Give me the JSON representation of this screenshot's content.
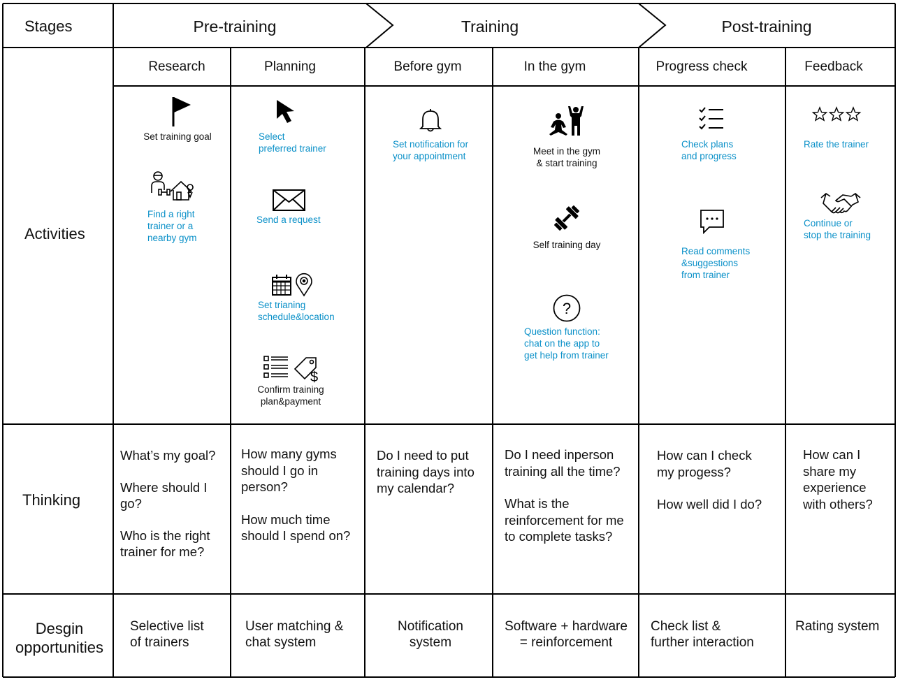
{
  "rows": {
    "stages": "Stages",
    "activities": "Activities",
    "thinking": "Thinking",
    "design": "Desgin\nopportunities"
  },
  "stages": [
    "Pre-training",
    "Training",
    "Post-training"
  ],
  "columns": [
    "Research",
    "Planning",
    "Before gym",
    "In the gym",
    "Progress check",
    "Feedback"
  ],
  "activities": {
    "research": {
      "goal": "Set training goal",
      "find": "Find a right\ntrainer or a\nnearby gym"
    },
    "planning": {
      "select": "Select\npreferred trainer",
      "request": "Send a request",
      "schedule": "Set trianing\nschedule&location",
      "confirm": "Confirm training\nplan&payment"
    },
    "before_gym": {
      "notify": "Set notification for\nyour appointment"
    },
    "in_gym": {
      "meet": "Meet in the gym\n& start training",
      "self": "Self training day",
      "question": "Question function:\nchat on the app to\nget help from trainer"
    },
    "progress": {
      "check": "Check plans\nand progress",
      "comments": "Read comments\n&suggestions\nfrom trainer"
    },
    "feedback": {
      "rate": "Rate the trainer",
      "continue": "Continue or\nstop the training"
    }
  },
  "thinking": {
    "research": [
      "What’s my goal?",
      "Where should I\ngo?",
      "Who is the right\ntrainer for me?"
    ],
    "planning": [
      "How many gyms\nshould I go in\nperson?",
      "How much time\nshould I spend on?"
    ],
    "before_gym": [
      "Do I need to put\ntraining days into\nmy calendar?"
    ],
    "in_gym": [
      "Do I need inperson\ntraining all the time?",
      "What is the\nreinforcement for me\nto complete tasks?"
    ],
    "progress": [
      "How can I check\nmy progess?",
      "How well did I do?"
    ],
    "feedback": [
      "How can I\nshare my\nexperience\nwith others?"
    ]
  },
  "opportunities": [
    "Selective list\nof trainers",
    "User matching &\nchat system",
    "Notification\nsystem",
    "Software + hardware\n= reinforcement",
    "Check list &\nfurther interaction",
    "Rating system"
  ],
  "colors": {
    "highlight": "#0a90c8",
    "text": "#111111",
    "line": "#000000"
  },
  "icons": [
    "flag-icon",
    "trainer-home-icon",
    "cursor-icon",
    "envelope-icon",
    "calendar-icon",
    "location-pin-icon",
    "checklist-icon",
    "price-tag-icon",
    "bell-icon",
    "trainer-person-icon",
    "dumbbell-icon",
    "question-icon",
    "list-check-icon",
    "chat-icon",
    "stars-icon",
    "handshake-icon"
  ]
}
